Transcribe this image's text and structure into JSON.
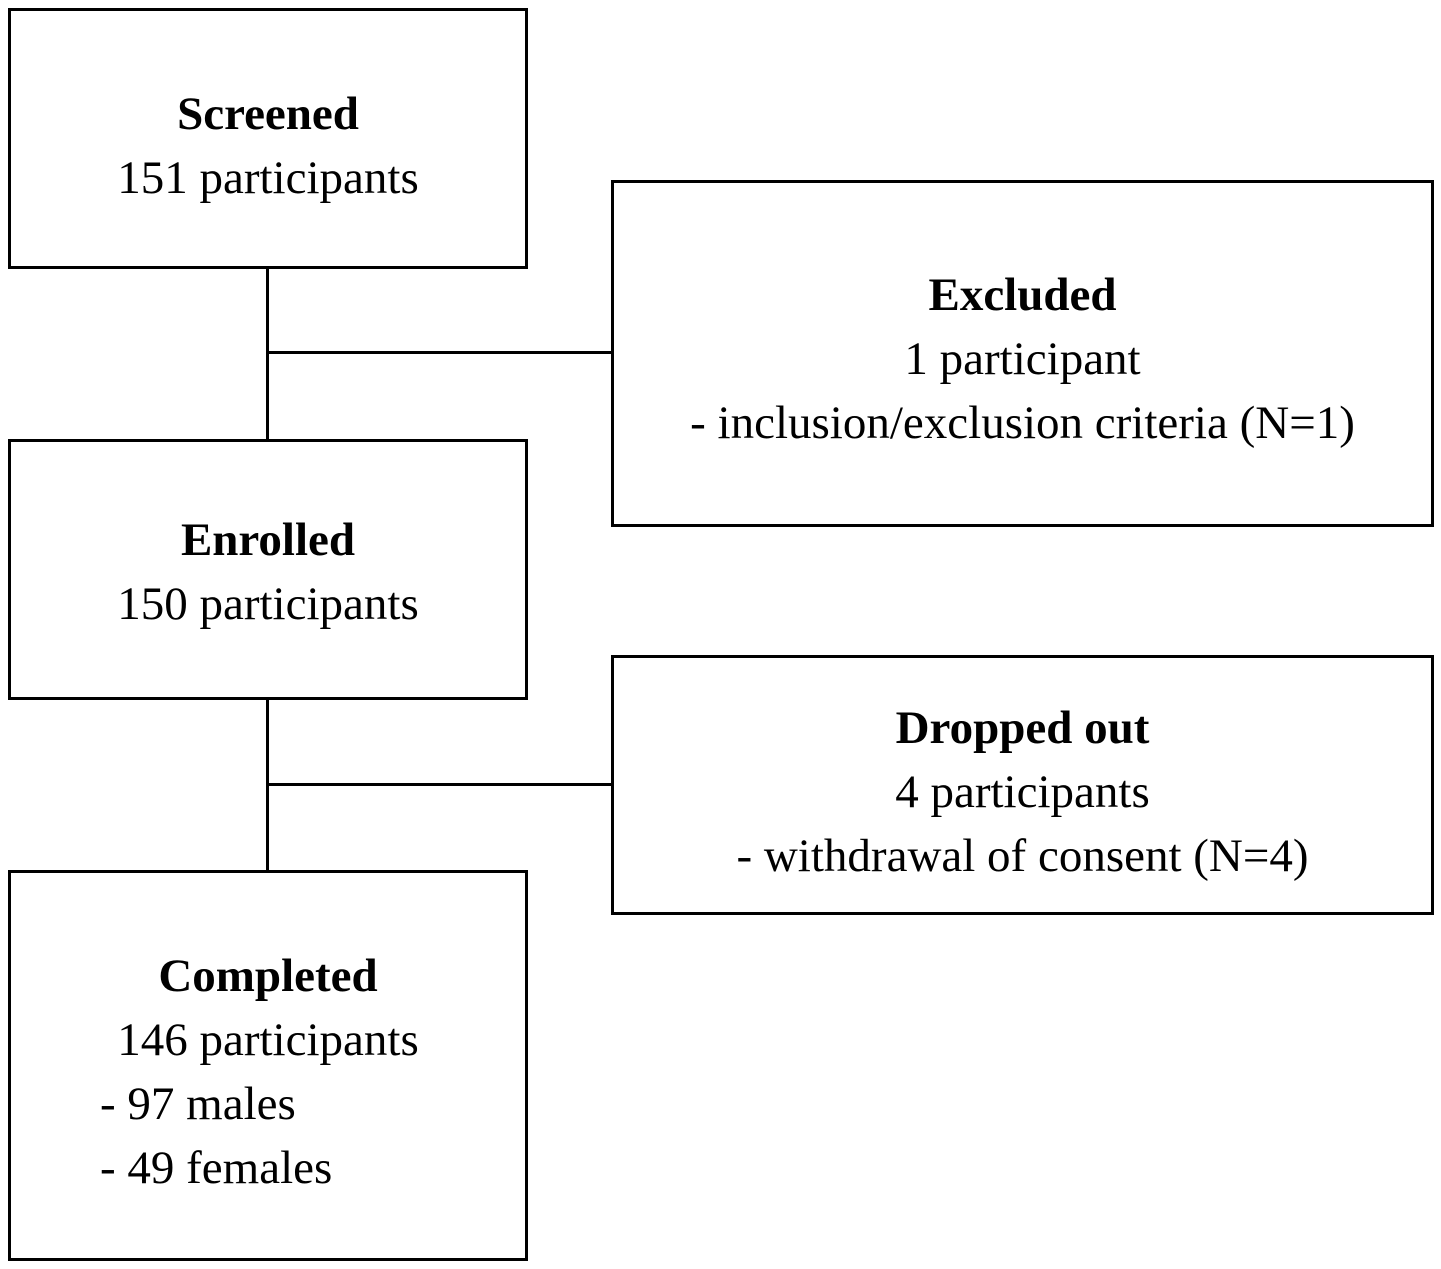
{
  "screened": {
    "title": "Screened",
    "count": "151 participants"
  },
  "excluded": {
    "title": "Excluded",
    "count": "1 participant",
    "reason": "- inclusion/exclusion criteria (N=1)"
  },
  "enrolled": {
    "title": "Enrolled",
    "count": "150 participants"
  },
  "dropped": {
    "title": "Dropped out",
    "count": "4 participants",
    "reason": "- withdrawal of consent (N=4)"
  },
  "completed": {
    "title": "Completed",
    "count": "146 participants",
    "males": "- 97 males",
    "females": "- 49 females"
  }
}
